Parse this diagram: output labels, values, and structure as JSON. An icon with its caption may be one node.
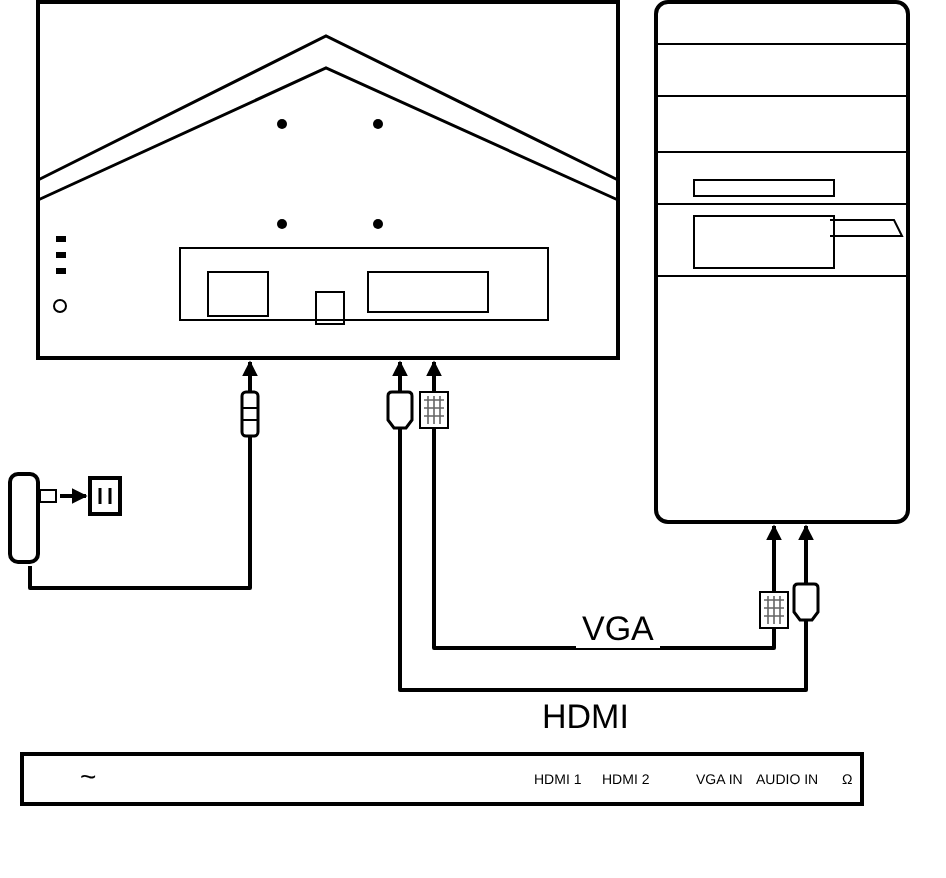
{
  "diagram": {
    "nodes": [
      {
        "text": [],
        "shape": "box"
      },
      {
        "text": [],
        "shape": "box"
      },
      {
        "text": [],
        "shape": "box"
      },
      {
        "text": [],
        "shape": "box"
      },
      {
        "text": [
          "~",
          "HDMI 1",
          "HDMI 2",
          "VGA IN",
          "AUDIO IN",
          "Ω"
        ]
      }
    ],
    "edges": [
      {
        "from": 2,
        "to": 3,
        "arrow": "to"
      },
      {
        "from": 2,
        "to": 0,
        "arrow": "to"
      },
      {
        "from": 0,
        "to": 1,
        "arrow": "both",
        "label": "VGA"
      },
      {
        "from": 0,
        "to": 1,
        "arrow": "both",
        "label": "HDMI"
      }
    ]
  }
}
